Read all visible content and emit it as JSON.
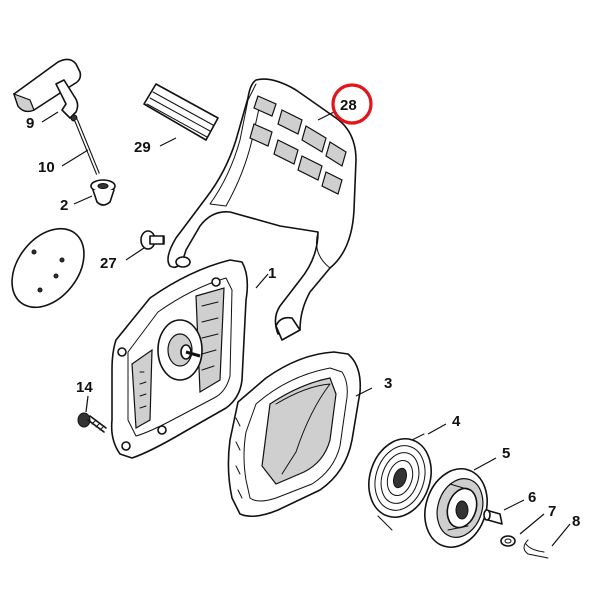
{
  "diagram": {
    "highlight_color": "#e3141b",
    "ink_color": "#111111",
    "labels": {
      "p1": "1",
      "p2": "2",
      "p3": "3",
      "p4": "4",
      "p5": "5",
      "p6": "6",
      "p7": "7",
      "p8": "8",
      "p9": "9",
      "p10": "10",
      "p14": "14",
      "p27": "27",
      "p28": "28",
      "p29": "29"
    },
    "highlighted_part": "28"
  }
}
